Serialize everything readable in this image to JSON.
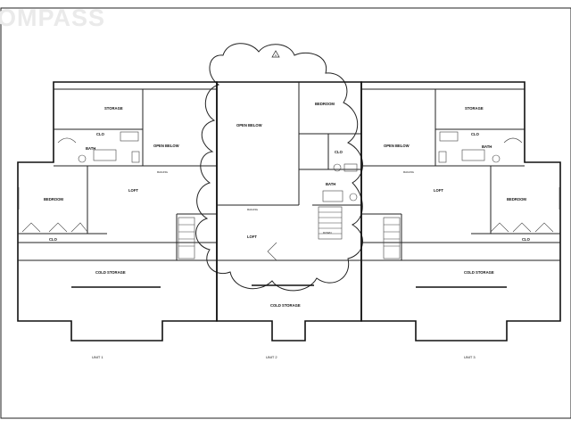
{
  "watermark": "OMPASS",
  "compass_tag": "A",
  "rooms": {
    "storage_left": "STORAGE",
    "storage_right": "STORAGE",
    "open_below_left": "OPEN BELOW",
    "open_below_center": "OPEN BELOW",
    "open_below_right": "OPEN BELOW",
    "bedroom_center": "BEDROOM",
    "bedroom_left": "BEDROOM",
    "bedroom_right": "BEDROOM",
    "bath_left": "BATH",
    "bath_center": "BATH",
    "bath_right": "BATH",
    "clo_left_top": "CLO",
    "clo_center": "CLO",
    "clo_right_top": "CLO",
    "clo_left_bottom": "CLO",
    "clo_right_bottom": "CLO",
    "loft_left": "LOFT",
    "loft_center": "LOFT",
    "loft_right": "LOFT",
    "cold_left": "COLD STORAGE",
    "cold_center": "COLD STORAGE",
    "cold_right": "COLD STORAGE"
  },
  "units": {
    "unit1": "UNIT 1",
    "unit2": "UNIT 2",
    "unit3": "UNIT 3"
  },
  "notes": {
    "railing": "RAILING",
    "down": "DOWN"
  }
}
